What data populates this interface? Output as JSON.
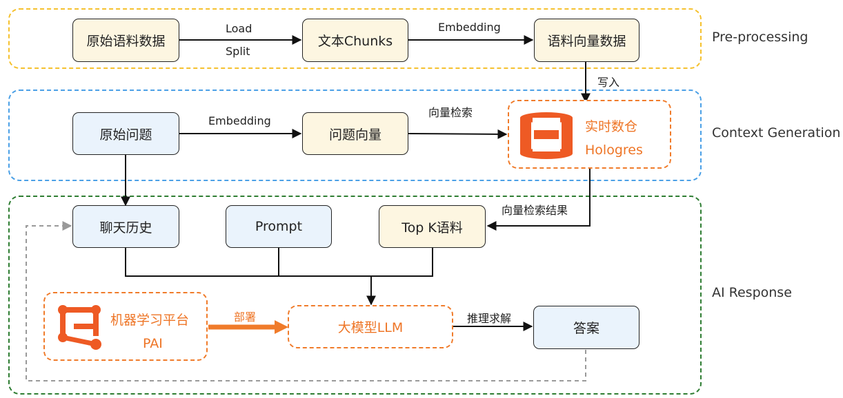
{
  "sections": {
    "preprocessing": "Pre-processing",
    "context_generation": "Context Generation",
    "ai_response": "AI Response"
  },
  "nodes": {
    "raw_corpus": "原始语料数据",
    "text_chunks": "文本Chunks",
    "corpus_vectors": "语料向量数据",
    "raw_question": "原始问题",
    "question_vector": "问题向量",
    "chat_history": "聊天历史",
    "prompt": "Prompt",
    "topk_corpus": "Top K语料",
    "llm": "大模型LLM",
    "answer": "答案"
  },
  "hologres": {
    "line1": "实时数仓",
    "line2": "Hologres"
  },
  "pai": {
    "line1": "机器学习平台",
    "line2": "PAI"
  },
  "edge_labels": {
    "load": "Load",
    "split": "Split",
    "embedding_top": "Embedding",
    "write": "写入",
    "embedding_mid": "Embedding",
    "vector_search": "向量检索",
    "vector_search_result": "向量检索结果",
    "deploy": "部署",
    "inference": "推理求解"
  },
  "colors": {
    "preprocessing_border": "#f5c12e",
    "context_border": "#4ba0e6",
    "ai_response_border": "#2e7d32",
    "accent_orange": "#f07b2a",
    "cream_fill": "#fdf6e1",
    "blue_fill": "#eaf3fc",
    "feedback_gray": "#999999"
  },
  "icons": {
    "hologres": "hologres-logo-icon",
    "pai": "pai-logo-icon"
  }
}
